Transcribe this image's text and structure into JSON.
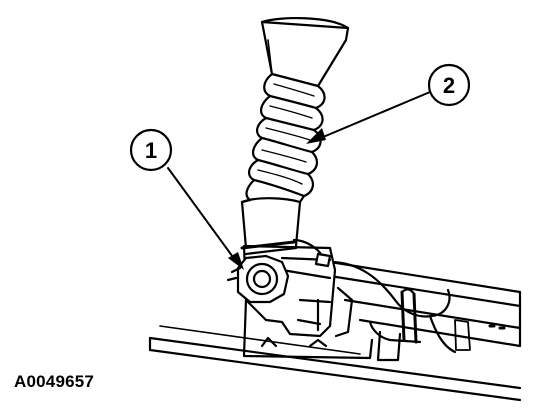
{
  "figure": {
    "id": "A0049657",
    "callouts": [
      {
        "label": "1",
        "points_to": "steering-gear-mounting-bolt"
      },
      {
        "label": "2",
        "points_to": "bellows-boot"
      }
    ]
  }
}
